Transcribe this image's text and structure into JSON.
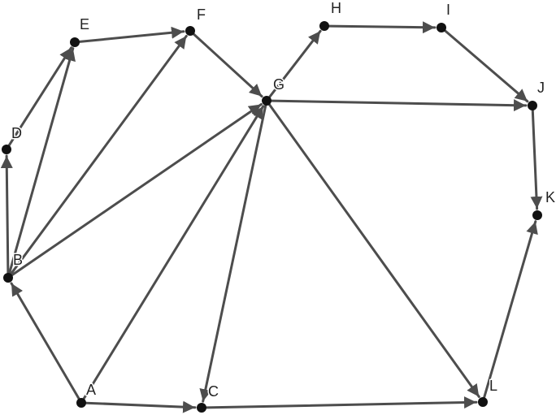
{
  "graph": {
    "directed": true,
    "edge_color": "#4d4d4d",
    "node_color": "#111111",
    "nodes": [
      {
        "id": "A",
        "label": "A"
      },
      {
        "id": "B",
        "label": "B"
      },
      {
        "id": "C",
        "label": "C"
      },
      {
        "id": "D",
        "label": "D"
      },
      {
        "id": "E",
        "label": "E"
      },
      {
        "id": "F",
        "label": "F"
      },
      {
        "id": "G",
        "label": "G"
      },
      {
        "id": "H",
        "label": "H"
      },
      {
        "id": "I",
        "label": "I"
      },
      {
        "id": "J",
        "label": "J"
      },
      {
        "id": "K",
        "label": "K"
      },
      {
        "id": "L",
        "label": "L"
      }
    ],
    "edges": [
      {
        "from": "A",
        "to": "B"
      },
      {
        "from": "A",
        "to": "C"
      },
      {
        "from": "A",
        "to": "G"
      },
      {
        "from": "B",
        "to": "D"
      },
      {
        "from": "B",
        "to": "E"
      },
      {
        "from": "B",
        "to": "F"
      },
      {
        "from": "B",
        "to": "G"
      },
      {
        "from": "D",
        "to": "E"
      },
      {
        "from": "E",
        "to": "F"
      },
      {
        "from": "F",
        "to": "G"
      },
      {
        "from": "G",
        "to": "C"
      },
      {
        "from": "G",
        "to": "H"
      },
      {
        "from": "G",
        "to": "J"
      },
      {
        "from": "G",
        "to": "L"
      },
      {
        "from": "H",
        "to": "I"
      },
      {
        "from": "I",
        "to": "J"
      },
      {
        "from": "J",
        "to": "K"
      },
      {
        "from": "C",
        "to": "L"
      },
      {
        "from": "L",
        "to": "K"
      }
    ]
  }
}
